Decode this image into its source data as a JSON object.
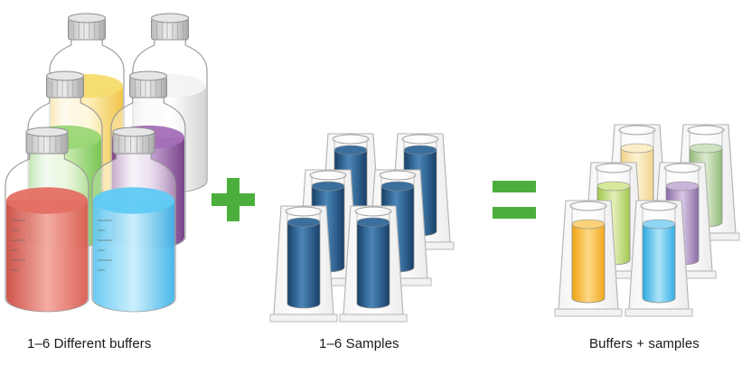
{
  "captions": {
    "buffers": "1–6 Different buffers",
    "samples": "1–6 Samples",
    "result": "Buffers + samples"
  },
  "icons": {
    "plus": "plus-sign-icon",
    "equals": "equals-sign-icon",
    "bottle": "buffer-bottle-icon",
    "cuvette": "cuvette-icon"
  },
  "colors": {
    "operator_green": "#4caf3d",
    "buffer_red": "#e2574c",
    "buffer_blue": "#38b6ec",
    "buffer_green": "#7ccb54",
    "buffer_purple": "#8a4f9b",
    "buffer_yellow": "#f5c842",
    "buffer_white": "#e9e9e9",
    "sample_blue": "#1f5a8c",
    "cap_grey": "#cfcfcf",
    "result_orange": "#f6b22a",
    "result_cream": "#f7e2a6",
    "result_lime": "#b5d36a",
    "result_purple": "#9a7fb0",
    "result_sage": "#a8c98c",
    "result_sky": "#5bc3ee"
  }
}
